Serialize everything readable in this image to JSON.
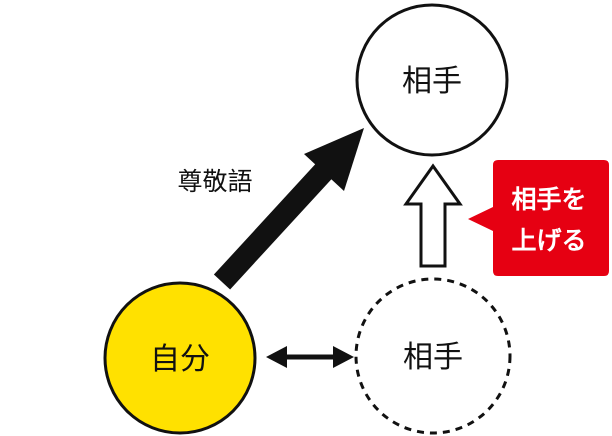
{
  "nodes": {
    "self": {
      "label": "自分"
    },
    "partner_raised": {
      "label": "相手"
    },
    "partner_original": {
      "label": "相手"
    }
  },
  "labels": {
    "honorific": "尊敬語"
  },
  "callout": {
    "line1": "相手を",
    "line2": "上げる"
  },
  "colors": {
    "self_fill": "#FFE100",
    "callout_fill": "#E60012",
    "stroke": "#111111",
    "background": "#FFFFFF"
  }
}
